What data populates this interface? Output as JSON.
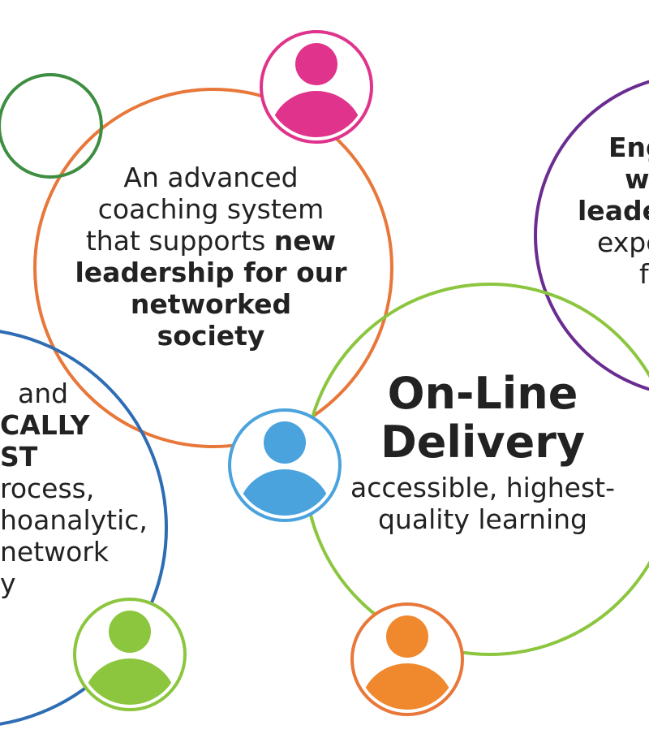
{
  "colors": {
    "orange": "#E8773A",
    "green_dark": "#3E8E41",
    "magenta": "#E0348C",
    "purple": "#6A2C91",
    "blue_dark": "#2E6DB4",
    "green_light": "#8CC63F",
    "blue_light": "#4BA3DD",
    "orange_icon": "#F0882E"
  },
  "center_text": {
    "line1": "An advanced",
    "line2": "coaching system",
    "line3_plain": "that supports ",
    "line3_bold": "new",
    "line4": "leadership for our",
    "line5": "networked",
    "line6": "society"
  },
  "online": {
    "title_line1": "On-Line",
    "title_line2": "Delivery",
    "sub_line1": "accessible, highest-",
    "sub_line2": "quality learning"
  },
  "right_text": {
    "line1": "Eng",
    "line2": "w",
    "line3": "leade",
    "line4": "expe",
    "line5": "f"
  },
  "left_text": {
    "line1": "and",
    "line2": "CALLY",
    "line3": "ST",
    "line4": "rocess,",
    "line5": "hoanalytic,",
    "line6": "network",
    "line7": "y"
  },
  "icons": {
    "magenta": "person-icon",
    "blue": "person-icon",
    "green": "person-icon",
    "orange": "person-icon"
  }
}
